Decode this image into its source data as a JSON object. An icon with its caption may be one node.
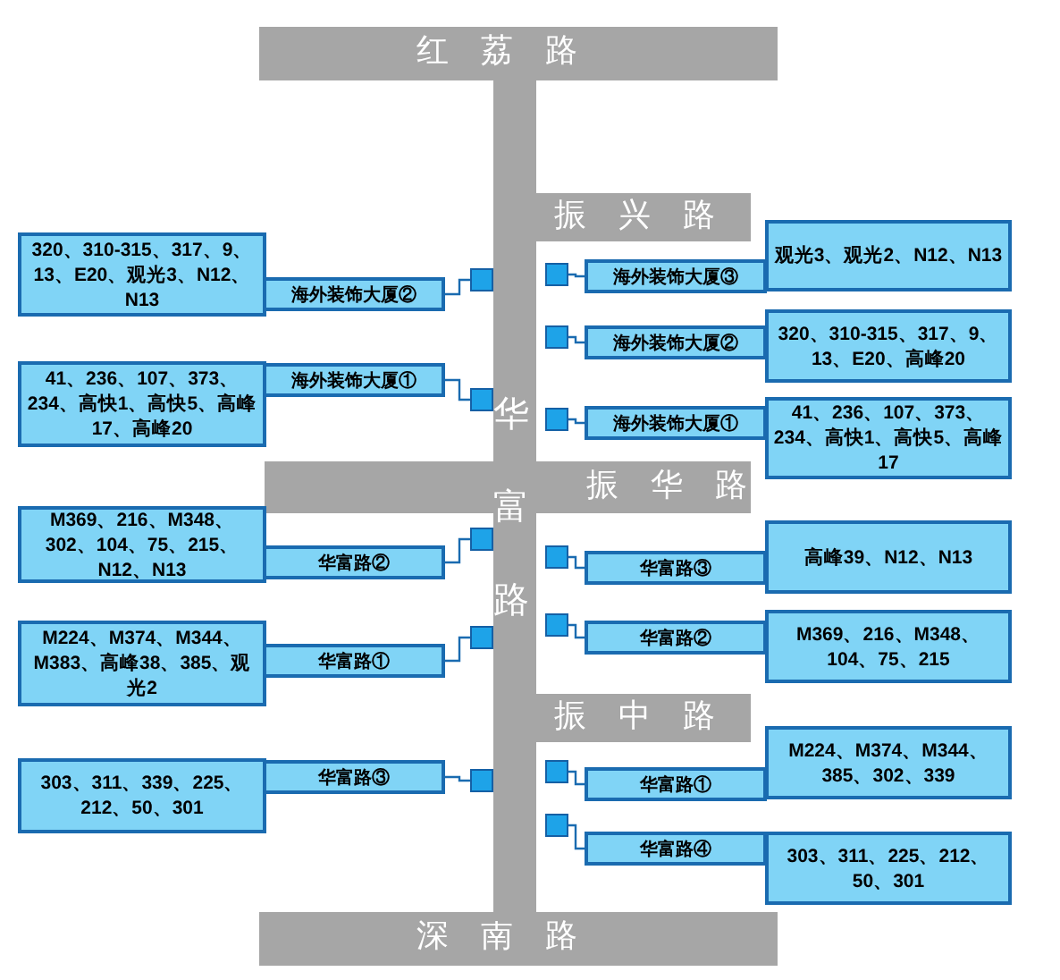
{
  "diagram": {
    "nodes": [
      {
        "text": [
          "红荔路"
        ]
      },
      {
        "text": [
          "华富路"
        ]
      },
      {
        "text": [
          "振兴路"
        ]
      },
      {
        "text": [
          "振华路"
        ]
      },
      {
        "text": [
          "振中路"
        ]
      },
      {
        "text": [
          "深南路"
        ]
      },
      {
        "text": [],
        "shape": "box"
      },
      {
        "text": [
          "海外装饰大厦②"
        ]
      },
      {
        "text": [
          "320、310-315、317、9、13、E20、观光3、N12、N13"
        ]
      },
      {
        "text": [],
        "shape": "box"
      },
      {
        "text": [
          "海外装饰大厦①"
        ]
      },
      {
        "text": [
          "41、236、107、373、234、高快1、高快5、高峰17、高峰20"
        ]
      },
      {
        "text": [],
        "shape": "box"
      },
      {
        "text": [
          "华富路②"
        ]
      },
      {
        "text": [
          "M369、216、M348、302、104、75、215、N12、N13"
        ]
      },
      {
        "text": [],
        "shape": "box"
      },
      {
        "text": [
          "华富路①"
        ]
      },
      {
        "text": [
          "M224、M374、M344、M383、高峰38、385、观光2"
        ]
      },
      {
        "text": [],
        "shape": "box"
      },
      {
        "text": [
          "华富路③"
        ]
      },
      {
        "text": [
          "303、311、339、225、212、50、301"
        ]
      },
      {
        "text": [],
        "shape": "box"
      },
      {
        "text": [
          "海外装饰大厦③"
        ]
      },
      {
        "text": [
          "观光3、观光2、N12、N13"
        ]
      },
      {
        "text": [],
        "shape": "box"
      },
      {
        "text": [
          "海外装饰大厦②"
        ]
      },
      {
        "text": [
          "320、310-315、317、9、13、E20、高峰20"
        ]
      },
      {
        "text": [],
        "shape": "box"
      },
      {
        "text": [
          "海外装饰大厦①"
        ]
      },
      {
        "text": [
          "41、236、107、373、234、高快1、高快5、高峰17"
        ]
      },
      {
        "text": [],
        "shape": "box"
      },
      {
        "text": [
          "华富路③"
        ]
      },
      {
        "text": [
          "高峰39、N12、N13"
        ]
      },
      {
        "text": [],
        "shape": "box"
      },
      {
        "text": [
          "华富路②"
        ]
      },
      {
        "text": [
          "M369、216、M348、104、75、215"
        ]
      },
      {
        "text": [],
        "shape": "box"
      },
      {
        "text": [
          "华富路①"
        ]
      },
      {
        "text": [
          "M224、M374、M344、385、302、339"
        ]
      },
      {
        "text": [],
        "shape": "box"
      },
      {
        "text": [
          "华富路④"
        ]
      },
      {
        "text": [
          "303、311、225、212、50、301"
        ]
      },
      {
        "text": [],
        "shape": "bar"
      }
    ],
    "edges": [
      {
        "from": 6,
        "to": 7,
        "arrow": "none"
      },
      {
        "from": 9,
        "to": 10,
        "arrow": "none"
      },
      {
        "from": 12,
        "to": 13,
        "arrow": "none"
      },
      {
        "from": 15,
        "to": 16,
        "arrow": "none"
      },
      {
        "from": 18,
        "to": 19,
        "arrow": "none"
      },
      {
        "from": 21,
        "to": 22,
        "arrow": "none"
      },
      {
        "from": 24,
        "to": 25,
        "arrow": "none"
      },
      {
        "from": 27,
        "to": 28,
        "arrow": "none"
      },
      {
        "from": 30,
        "to": 31,
        "arrow": "none"
      },
      {
        "from": 33,
        "to": 34,
        "arrow": "none"
      },
      {
        "from": 36,
        "to": 37,
        "arrow": "none"
      },
      {
        "from": 39,
        "to": 40,
        "arrow": "none"
      }
    ]
  }
}
